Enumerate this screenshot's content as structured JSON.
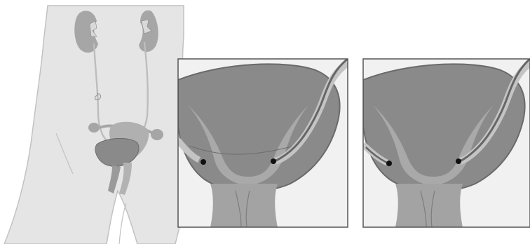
{
  "figure": {
    "panels": [
      "body-overview",
      "bladder-closeup-before",
      "bladder-closeup-after"
    ],
    "colors": {
      "background": "#ffffff",
      "body_fill": "#e5e5e5",
      "body_outline": "#c2c2c2",
      "organ_fill": "#a6a6a6",
      "bladder_fill": "#8a8a8a",
      "bladder_outline": "#6a6a6a",
      "ureter": "#bdbdbd",
      "stent": "#666666",
      "panel_frame": "#555555",
      "panel_bg": "#b5b5b5",
      "pelvis_fill": "#9e9e9e"
    }
  }
}
